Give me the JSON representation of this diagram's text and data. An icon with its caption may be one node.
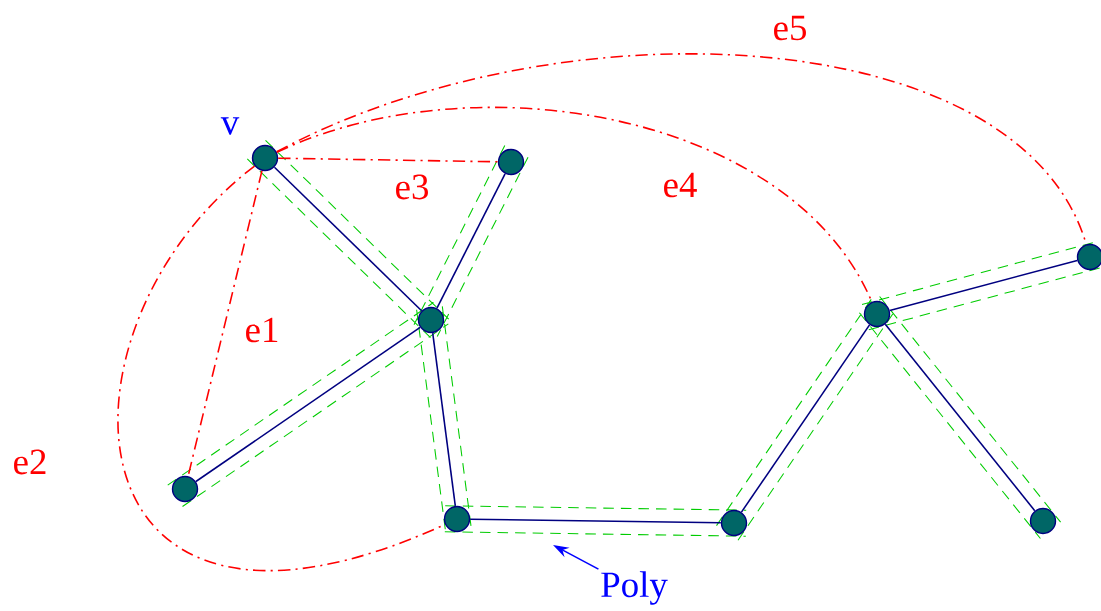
{
  "diagram": {
    "nodes": [
      {
        "text": [],
        "shape": "circle",
        "beside": [
          "v"
        ]
      },
      {
        "text": [],
        "shape": "circle"
      },
      {
        "text": [],
        "shape": "circle"
      },
      {
        "text": [],
        "shape": "circle"
      },
      {
        "text": [],
        "shape": "circle"
      },
      {
        "text": [],
        "shape": "circle"
      },
      {
        "text": [],
        "shape": "circle"
      },
      {
        "text": [],
        "shape": "circle"
      },
      {
        "text": [],
        "shape": "circle"
      },
      {
        "text": [
          "Poly"
        ]
      }
    ],
    "edges": [
      {
        "from": 0,
        "to": 2,
        "arrow": "none"
      },
      {
        "from": 1,
        "to": 2,
        "arrow": "none"
      },
      {
        "from": 3,
        "to": 2,
        "arrow": "none"
      },
      {
        "from": 2,
        "to": 4,
        "arrow": "none"
      },
      {
        "from": 4,
        "to": 5,
        "arrow": "none"
      },
      {
        "from": 5,
        "to": 6,
        "arrow": "none"
      },
      {
        "from": 6,
        "to": 7,
        "arrow": "none"
      },
      {
        "from": 6,
        "to": 8,
        "arrow": "none"
      },
      {
        "from": 0,
        "to": 3,
        "arrow": "none",
        "label": "e1",
        "style": "dashed",
        "color": "#ff0000"
      },
      {
        "from": 0,
        "to": 4,
        "arrow": "none",
        "label": "e2",
        "style": "dashed",
        "color": "#ff0000"
      },
      {
        "from": 0,
        "to": 1,
        "arrow": "none",
        "label": "e3",
        "style": "dashed",
        "color": "#ff0000"
      },
      {
        "from": 0,
        "to": 6,
        "arrow": "none",
        "label": "e4",
        "style": "dashed",
        "color": "#ff0000"
      },
      {
        "from": 0,
        "to": 7,
        "arrow": "none",
        "label": "e5",
        "style": "dashed",
        "color": "#ff0000"
      },
      {
        "from": 9,
        "to": null,
        "arrow": "to",
        "color": "#0000ff"
      }
    ]
  }
}
